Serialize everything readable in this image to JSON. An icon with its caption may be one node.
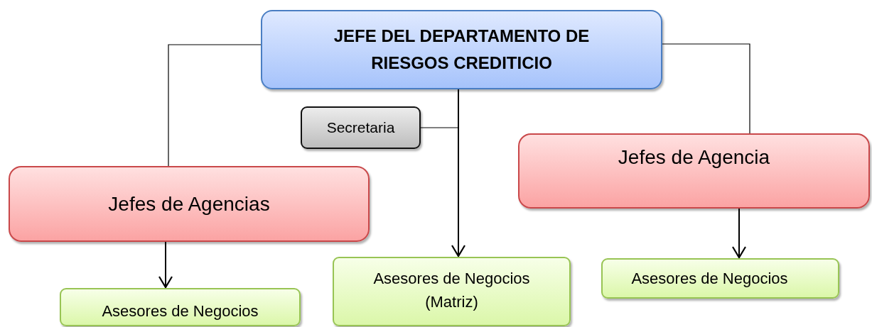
{
  "diagram": {
    "nodes": [
      {
        "text": [
          "JEFE DEL DEPARTAMENTO DE RIESGOS CREDITICIO"
        ]
      },
      {
        "text": [
          "Secretaria"
        ]
      },
      {
        "text": [
          "Jefes de Agencias"
        ]
      },
      {
        "text": [
          "Jefes de Agencia"
        ]
      },
      {
        "text": [
          "Asesores de Negocios"
        ]
      },
      {
        "text": [
          "Asesores de Negocios (Matriz)"
        ]
      },
      {
        "text": [
          "Asesores de Negocios"
        ]
      }
    ],
    "edges": [
      {
        "from": 0,
        "to": 2,
        "arrow": "none"
      },
      {
        "from": 0,
        "to": 3,
        "arrow": "none"
      },
      {
        "from": 0,
        "to": 1,
        "arrow": "none"
      },
      {
        "from": 0,
        "to": 5,
        "arrow": "to"
      },
      {
        "from": 2,
        "to": 4,
        "arrow": "to"
      },
      {
        "from": 3,
        "to": 6,
        "arrow": "to"
      }
    ]
  }
}
